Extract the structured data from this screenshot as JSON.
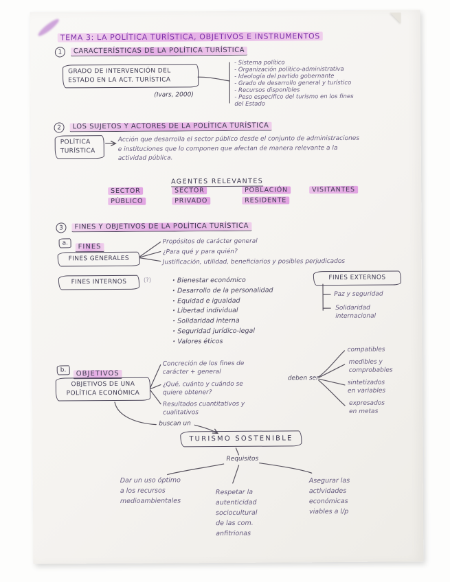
{
  "page": {
    "title": "TEMA 3: LA POLÍTICA TURÍSTICA, OBJETIVOS E INSTRUMENTOS"
  },
  "section1": {
    "number": "1",
    "heading": "CARACTERÍSTICAS DE LA POLÍTICA TURÍSTICA",
    "box": "GRADO DE INTERVENCIÓN DEL\nESTADO EN LA ACT. TURÍSTICA",
    "citation": "(Ivars, 2000)",
    "factors": [
      "Sistema político",
      "Organización político-administrativa",
      "Ideología del partido gobernante",
      "Grado de desarrollo general y turístico",
      "Recursos disponibles",
      "Peso específico del turismo en los fines\ndel Estado"
    ]
  },
  "section2": {
    "number": "2",
    "heading": "LOS SUJETOS Y ACTORES DE LA POLÍTICA TURÍSTICA",
    "box": "POLÍTICA\nTURÍSTICA",
    "definition": "Acción que desarrolla el sector público desde el conjunto de administraciones\ne instituciones que lo componen que afectan de manera relevante a la\nactividad pública.",
    "agents_title": "AGENTES RELEVANTES",
    "agents": [
      [
        "SECTOR",
        "PÚBLICO"
      ],
      [
        "SECTOR",
        "PRIVADO"
      ],
      [
        "POBLACIÓN",
        "RESIDENTE"
      ],
      [
        "VISITANTES"
      ]
    ]
  },
  "section3": {
    "number": "3",
    "heading": "FINES Y OBJETIVOS DE LA POLÍTICA TURÍSTICA",
    "fines": {
      "label_letter": "a.",
      "label": "FINES",
      "generales_box": "FINES GENERALES",
      "generales_items": [
        "Propósitos de carácter general",
        "¿Para qué y para quién?",
        "Justificación, utilidad, beneficiarios y posibles perjudicados"
      ],
      "internos_box": "FINES INTERNOS",
      "internos_note": "(?)",
      "internos_items": [
        "Bienestar económico",
        "Desarrollo de la personalidad",
        "Equidad e igualdad",
        "Libertad individual",
        "Solidaridad interna",
        "Seguridad jurídico-legal",
        "Valores éticos"
      ],
      "externos_box": "FINES EXTERNOS",
      "externos_items": [
        "Paz y seguridad",
        "Solidaridad\ninternacional"
      ]
    },
    "objetivos": {
      "label_letter": "b.",
      "label": "OBJETIVOS",
      "box": "OBJETIVOS DE UNA\nPOLÍTICA ECONÓMICA",
      "items": [
        "Concreción de los fines de\ncarácter + general",
        "¿Qué, cuánto y cuándo se\nquiere obtener?",
        "Resultados cuantitativos y\ncualitativos"
      ],
      "deben_ser_label": "deben ser",
      "deben_ser_items": [
        "compatibles",
        "medibles y\ncomprobables",
        "sintetizados\nen variables",
        "expresados\nen metas"
      ],
      "buscan_label": "buscan un",
      "sostenible_box": "TURISMO SOSTENIBLE",
      "requisitos_label": "Requisitos",
      "requisitos": [
        "Dar un uso óptimo\na los recursos\nmedioambientales",
        "Respetar la\nautenticidad\nsociocultural\nde las com.\nanfitrionas",
        "Asegurar las\nactividades\neconómicas\nviables a l/p"
      ]
    }
  }
}
